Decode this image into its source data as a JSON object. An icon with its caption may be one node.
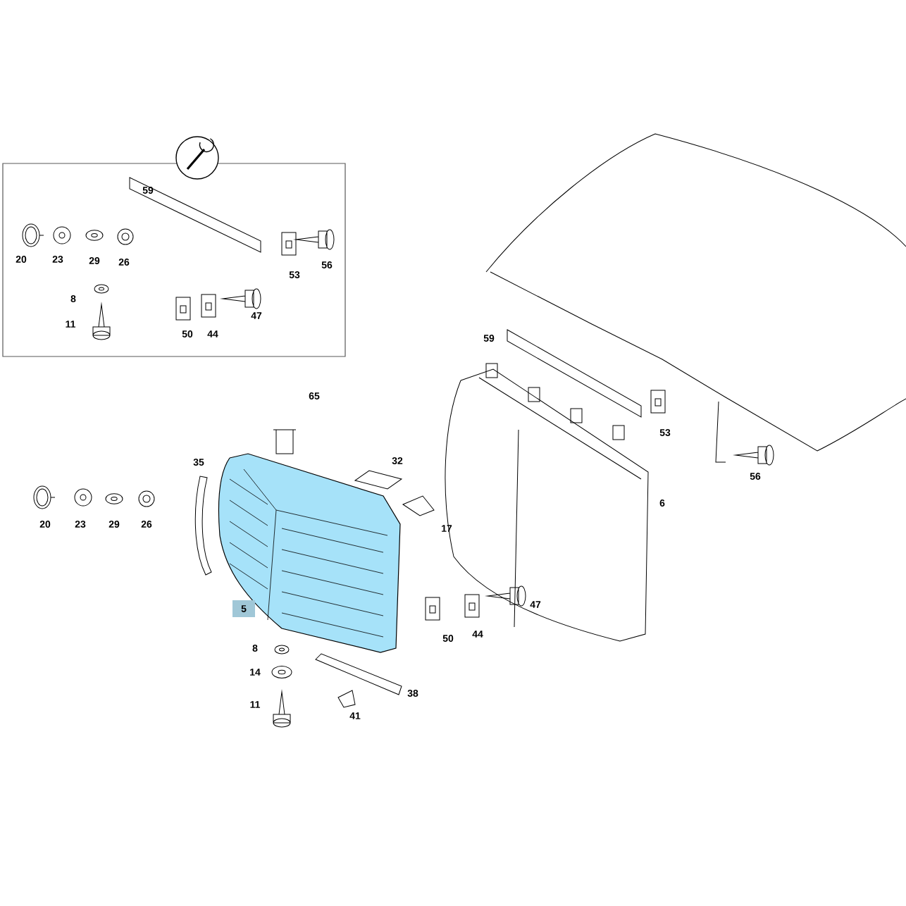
{
  "diagram": {
    "labels": [
      "59",
      "20",
      "23",
      "29",
      "26",
      "56",
      "53",
      "8",
      "47",
      "11",
      "50",
      "44",
      "59",
      "65",
      "35",
      "32",
      "53",
      "56",
      "6",
      "20",
      "23",
      "29",
      "26",
      "17",
      "5",
      "47",
      "50",
      "44",
      "8",
      "14",
      "38",
      "11",
      "41"
    ]
  }
}
